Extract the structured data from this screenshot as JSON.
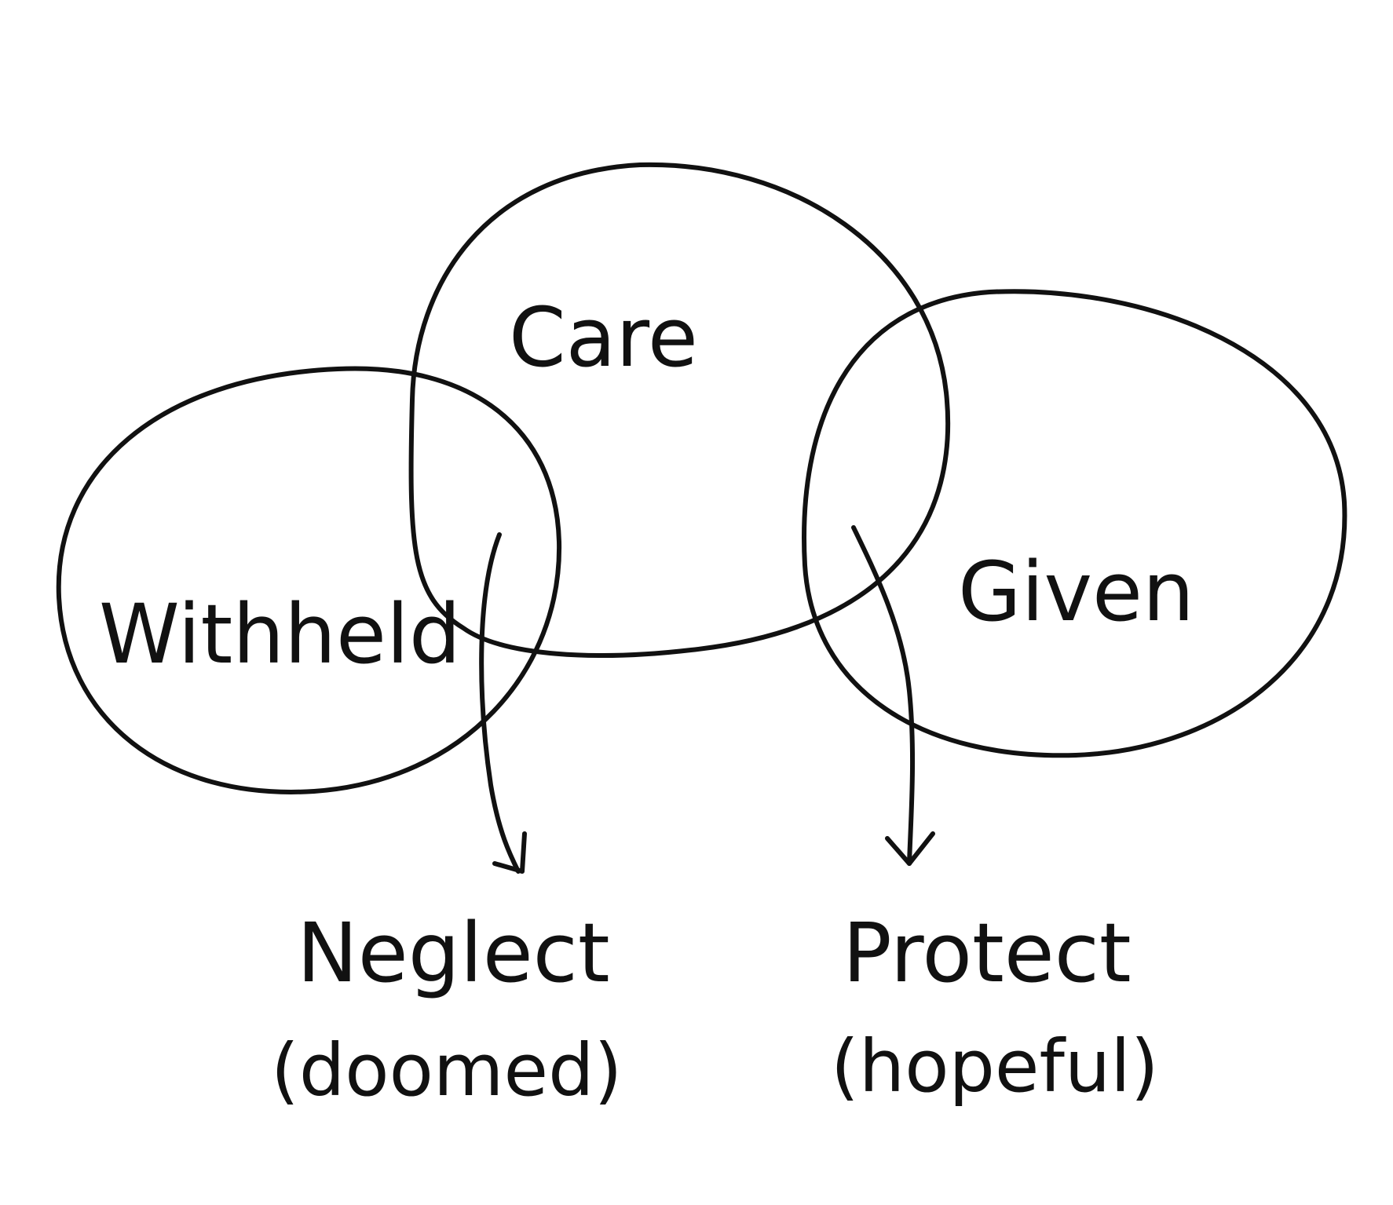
{
  "diagram": {
    "circles": {
      "care": {
        "label": "Care"
      },
      "withheld": {
        "label": "Withheld"
      },
      "given": {
        "label": "Given"
      }
    },
    "outcomes": {
      "neglect": {
        "label": "Neglect",
        "note": "(doomed)"
      },
      "protect": {
        "label": "Protect",
        "note": "(hopeful)"
      }
    },
    "colors": {
      "ink": "#111111",
      "background": "#ffffff"
    }
  }
}
